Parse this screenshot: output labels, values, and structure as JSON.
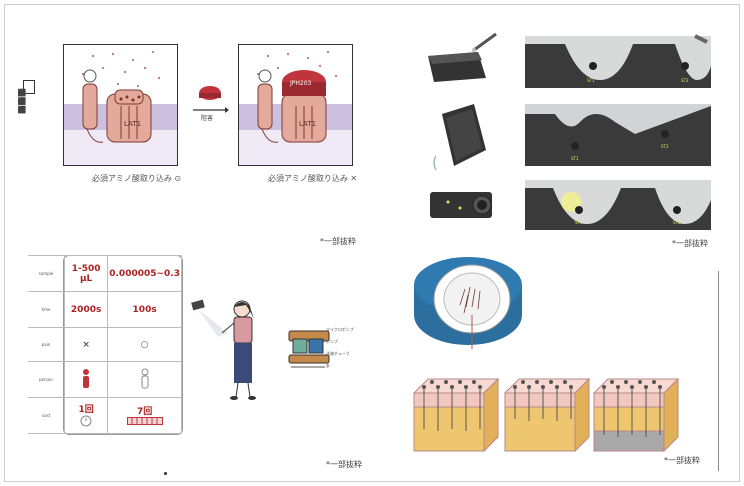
{
  "quadrant_tl": {
    "left_caption": "必須アミノ酸取り込み ⊙",
    "right_caption": "必須アミノ酸取り込み ✕",
    "arrow_label": "阻害",
    "protein_label_left": "LAT1",
    "protein_label_right": "LAT1",
    "inhibitor_label": "JPH203",
    "excerpt_note": "*一部抜粋"
  },
  "quadrant_tr": {
    "excerpt_note": "*一部抜粋"
  },
  "quadrant_bl": {
    "table_rows": [
      {
        "label": "sample",
        "col1": "1-500 µL",
        "col2": "0.000005~0.3"
      },
      {
        "label": "time",
        "col1": "2000s",
        "col2": "100s"
      },
      {
        "label": "pain",
        "col1": "×",
        "col2": "○"
      },
      {
        "label": "person",
        "col1": "",
        "col2": ""
      },
      {
        "label": "cost",
        "col1": "1回",
        "col2": "7回"
      }
    ],
    "device_labels": [
      "マイクロポンプ",
      "ポンプ",
      "送液チューブ",
      "針"
    ],
    "excerpt_note": "*一部抜粋"
  },
  "quadrant_br": {
    "excerpt_note": "*一部抜粋"
  },
  "colors": {
    "membrane": "#cdbfe0",
    "protein": "#e3a99b",
    "protein_dark": "#b7574e",
    "inhibitor": "#c0353c",
    "teal": "#2f6fa4",
    "skin_yellow": "#efc670",
    "skin_pink": "#f2c9c1"
  }
}
